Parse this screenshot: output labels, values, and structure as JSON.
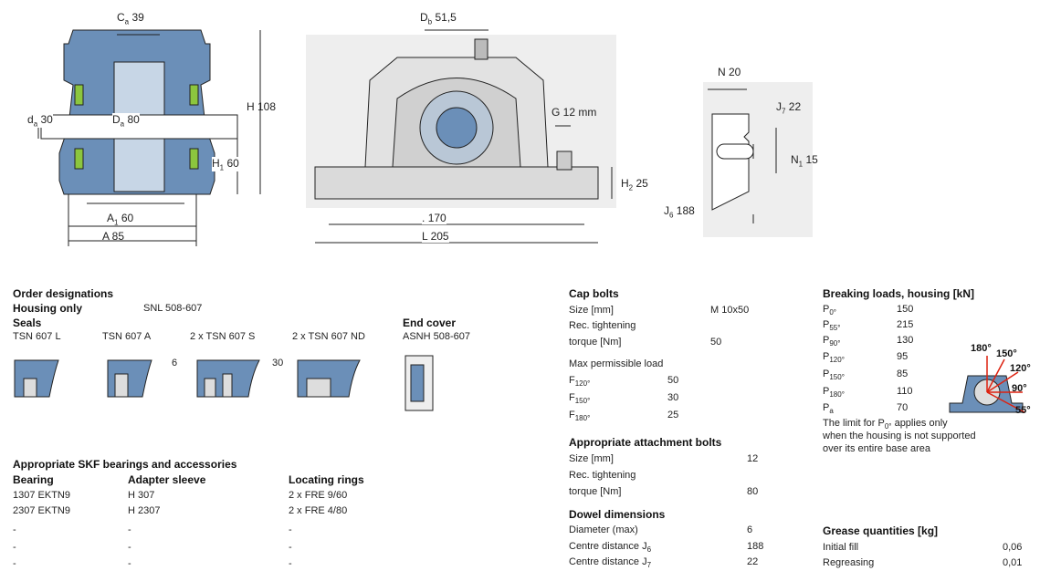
{
  "dims": {
    "ca": "C",
    "ca_sub": "a",
    "ca_val": "39",
    "db": "D",
    "db_sub": "b",
    "db_val": "51,5",
    "h108": "H 108",
    "da": "d",
    "da_sub": "a",
    "da_val": "30",
    "Da": "D",
    "Da_sub": "a",
    "Da_val": "80",
    "H1": "H",
    "H1_sub": "1",
    "H1_val": "60",
    "A1": "A",
    "A1_sub": "1",
    "A1_val": "60",
    "A85": "A 85",
    "G": "G 12 mm",
    "H2": "H",
    "H2_sub": "2",
    "H2_val": "25",
    "J170": "170",
    "J170_prefix": ".",
    "L205": "L 205",
    "N20": "N 20",
    "J7": "J",
    "J7_sub": "7",
    "J7_val": "22",
    "N1": "N",
    "N1_sub": "1",
    "N1_val": "15",
    "J6": "J",
    "J6_sub": "6",
    "J6_val": "188"
  },
  "order": {
    "title": "Order designations",
    "housing_label": "Housing only",
    "housing_value": "SNL 508-607",
    "seals_label": "Seals",
    "seals": [
      "TSN 607 L",
      "TSN 607 A",
      "2 x TSN 607 S",
      "2 x TSN 607 ND"
    ],
    "seal_dims": [
      "6",
      "30"
    ],
    "end_cover_label": "End cover",
    "end_cover_value": "ASNH 508-607"
  },
  "bearings": {
    "title": "Appropriate SKF bearings and accessories",
    "headers": [
      "Bearing",
      "Adapter sleeve",
      "Locating rings"
    ],
    "rows": [
      [
        "1307 EKTN9",
        "H 307",
        "2 x FRE 9/60"
      ],
      [
        "2307 EKTN9",
        "H 2307",
        "2 x FRE 4/80"
      ],
      [
        "-",
        "-",
        "-"
      ],
      [
        "-",
        "-",
        "-"
      ],
      [
        "-",
        "-",
        "-"
      ]
    ]
  },
  "cap_bolts": {
    "title": "Cap bolts",
    "size_label": "Size [mm]",
    "size_value": "M 10x50",
    "rec_label": "Rec. tightening",
    "torque_label": "torque [Nm]",
    "torque_value": "50",
    "max_load_label": "Max permissible load",
    "loads": [
      {
        "label": "F",
        "sub": "120°",
        "value": "50"
      },
      {
        "label": "F",
        "sub": "150°",
        "value": "30"
      },
      {
        "label": "F",
        "sub": "180°",
        "value": "25"
      }
    ]
  },
  "attachment_bolts": {
    "title": "Appropriate attachment bolts",
    "size_label": "Size [mm]",
    "size_value": "12",
    "rec_label": "Rec. tightening",
    "torque_label": "torque [Nm]",
    "torque_value": "80"
  },
  "dowel": {
    "title": "Dowel dimensions",
    "diameter_label": "Diameter (max)",
    "diameter_value": "6",
    "centre_j6_label": "Centre distance J",
    "centre_j6_sub": "6",
    "centre_j6_value": "188",
    "centre_j7_label": "Centre distance J",
    "centre_j7_sub": "7",
    "centre_j7_value": "22"
  },
  "breaking": {
    "title": "Breaking loads, housing [kN]",
    "rows": [
      {
        "label": "P",
        "sub": "0°",
        "value": "150"
      },
      {
        "label": "P",
        "sub": "55°",
        "value": "215"
      },
      {
        "label": "P",
        "sub": "90°",
        "value": "130"
      },
      {
        "label": "P",
        "sub": "120°",
        "value": "95"
      },
      {
        "label": "P",
        "sub": "150°",
        "value": "85"
      },
      {
        "label": "P",
        "sub": "180°",
        "value": "110"
      },
      {
        "label": "P",
        "sub": "a",
        "value": "70"
      }
    ],
    "note_1": "The limit for P",
    "note_1_sub": "0°",
    "note_1_tail": " applies only",
    "note_2": "when the housing is not supported",
    "note_3": "over its entire base area",
    "angles": [
      "180°",
      "150°",
      "120°",
      "90°",
      "55°"
    ]
  },
  "grease": {
    "title": "Grease quantities [kg]",
    "initial_label": "Initial fill",
    "initial_value": "0,06",
    "regreasing_label": "Regreasing",
    "regreasing_value": "0,01"
  },
  "colors": {
    "housing_blue": "#6b8fb8",
    "bearing_green": "#8cc63e",
    "line": "#222222"
  }
}
